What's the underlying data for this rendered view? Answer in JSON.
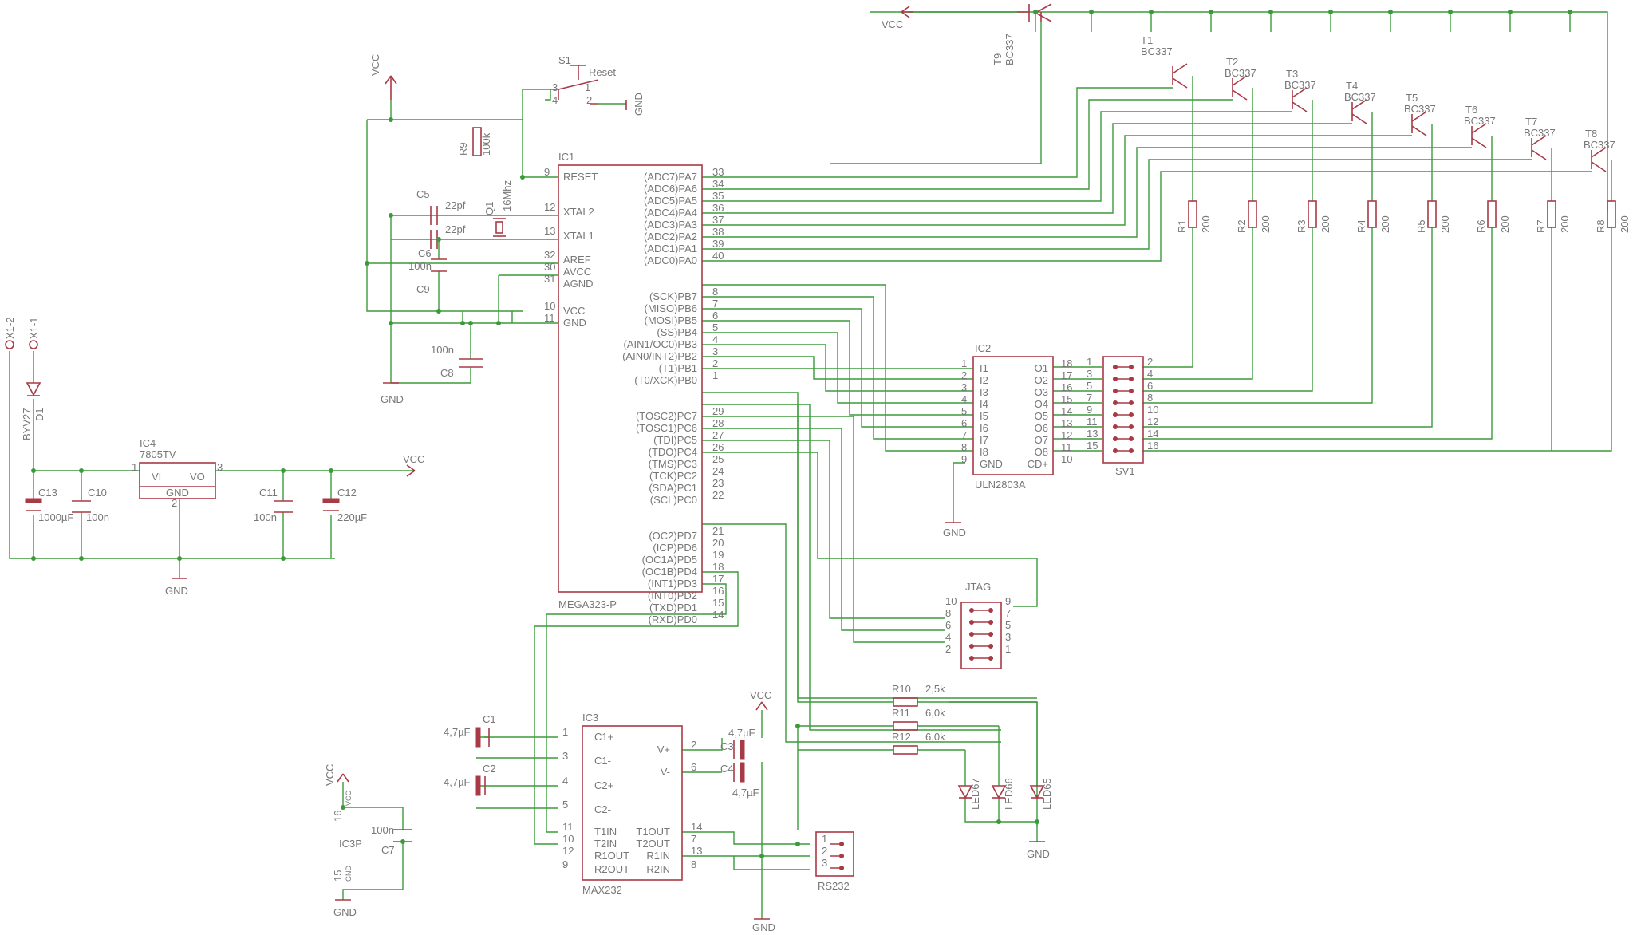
{
  "ic1": {
    "name": "IC1",
    "value": "MEGA323-P",
    "left": [
      {
        "num": "9",
        "label": "RESET"
      },
      {
        "num": "12",
        "label": "XTAL2"
      },
      {
        "num": "13",
        "label": "XTAL1"
      },
      {
        "num": "32",
        "label": "AREF"
      },
      {
        "num": "30",
        "label": "AVCC"
      },
      {
        "num": "31",
        "label": "AGND"
      },
      {
        "num": "10",
        "label": "VCC"
      },
      {
        "num": "11",
        "label": "GND"
      }
    ],
    "right": [
      {
        "num": "33",
        "label": "(ADC7)PA7"
      },
      {
        "num": "34",
        "label": "(ADC6)PA6"
      },
      {
        "num": "35",
        "label": "(ADC5)PA5"
      },
      {
        "num": "36",
        "label": "(ADC4)PA4"
      },
      {
        "num": "37",
        "label": "(ADC3)PA3"
      },
      {
        "num": "38",
        "label": "(ADC2)PA2"
      },
      {
        "num": "39",
        "label": "(ADC1)PA1"
      },
      {
        "num": "40",
        "label": "(ADC0)PA0"
      },
      {
        "num": "8",
        "label": "(SCK)PB7"
      },
      {
        "num": "7",
        "label": "(MISO)PB6"
      },
      {
        "num": "6",
        "label": "(MOSI)PB5"
      },
      {
        "num": "5",
        "label": "(SS)PB4"
      },
      {
        "num": "4",
        "label": "(AIN1/OC0)PB3"
      },
      {
        "num": "3",
        "label": "(AIN0/INT2)PB2"
      },
      {
        "num": "2",
        "label": "(T1)PB1"
      },
      {
        "num": "1",
        "label": "(T0/XCK)PB0"
      },
      {
        "num": "29",
        "label": "(TOSC2)PC7"
      },
      {
        "num": "28",
        "label": "(TOSC1)PC6"
      },
      {
        "num": "27",
        "label": "(TDI)PC5"
      },
      {
        "num": "26",
        "label": "(TDO)PC4"
      },
      {
        "num": "25",
        "label": "(TMS)PC3"
      },
      {
        "num": "24",
        "label": "(TCK)PC2"
      },
      {
        "num": "23",
        "label": "(SDA)PC1"
      },
      {
        "num": "22",
        "label": "(SCL)PC0"
      },
      {
        "num": "21",
        "label": "(OC2)PD7"
      },
      {
        "num": "20",
        "label": "(ICP)PD6"
      },
      {
        "num": "19",
        "label": "(OC1A)PD5"
      },
      {
        "num": "18",
        "label": "(OC1B)PD4"
      },
      {
        "num": "17",
        "label": "(INT1)PD3"
      },
      {
        "num": "16",
        "label": "(INT0)PD2"
      },
      {
        "num": "15",
        "label": "(TXD)PD1"
      },
      {
        "num": "14",
        "label": "(RXD)PD0"
      }
    ]
  },
  "ic2": {
    "name": "IC2",
    "value": "ULN2803A",
    "left": [
      {
        "num": "1",
        "label": "I1"
      },
      {
        "num": "2",
        "label": "I2"
      },
      {
        "num": "3",
        "label": "I3"
      },
      {
        "num": "4",
        "label": "I4"
      },
      {
        "num": "5",
        "label": "I5"
      },
      {
        "num": "6",
        "label": "I6"
      },
      {
        "num": "7",
        "label": "I7"
      },
      {
        "num": "8",
        "label": "I8"
      },
      {
        "num": "9",
        "label": "GND"
      }
    ],
    "right": [
      {
        "num": "18",
        "label": "O1"
      },
      {
        "num": "17",
        "label": "O2"
      },
      {
        "num": "16",
        "label": "O3"
      },
      {
        "num": "15",
        "label": "O4"
      },
      {
        "num": "14",
        "label": "O5"
      },
      {
        "num": "13",
        "label": "O6"
      },
      {
        "num": "12",
        "label": "O7"
      },
      {
        "num": "11",
        "label": "O8"
      },
      {
        "num": "10",
        "label": "CD+"
      }
    ]
  },
  "ic3": {
    "name": "IC3",
    "value": "MAX232",
    "left": [
      {
        "num": "1",
        "label": "C1+"
      },
      {
        "num": "3",
        "label": "C1-"
      },
      {
        "num": "4",
        "label": "C2+"
      },
      {
        "num": "5",
        "label": "C2-"
      },
      {
        "num": "11",
        "label": "T1IN"
      },
      {
        "num": "10",
        "label": "T2IN"
      },
      {
        "num": "12",
        "label": "R1OUT"
      },
      {
        "num": "9",
        "label": "R2OUT"
      }
    ],
    "right": [
      {
        "num": "2",
        "label": "V+"
      },
      {
        "num": "6",
        "label": "V-"
      },
      {
        "num": "14",
        "label": "T1OUT"
      },
      {
        "num": "7",
        "label": "T2OUT"
      },
      {
        "num": "13",
        "label": "R1IN"
      },
      {
        "num": "8",
        "label": "R2IN"
      }
    ]
  },
  "ic4": {
    "name": "IC4",
    "value": "7805TV",
    "vi": "VI",
    "vo": "VO",
    "gnd": "GND",
    "pin_in": "1",
    "pin_out": "3",
    "pin_gnd": "2"
  },
  "ic3p": {
    "name": "IC3P",
    "vcc": "VCC",
    "gnd": "GND",
    "pin16": "16",
    "pin15": "15"
  },
  "sv1": {
    "name": "SV1",
    "odd": [
      "1",
      "3",
      "5",
      "7",
      "9",
      "11",
      "13",
      "15"
    ],
    "even": [
      "2",
      "4",
      "6",
      "8",
      "10",
      "12",
      "14",
      "16"
    ]
  },
  "jtag": {
    "name": "JTAG",
    "left": [
      "10",
      "8",
      "6",
      "4",
      "2"
    ],
    "right": [
      "9",
      "7",
      "5",
      "3",
      "1"
    ]
  },
  "rs232": {
    "name": "RS232",
    "pins": [
      "1",
      "2",
      "3"
    ]
  },
  "transistors": [
    {
      "name": "T1",
      "value": "BC337"
    },
    {
      "name": "T2",
      "value": "BC337"
    },
    {
      "name": "T3",
      "value": "BC337"
    },
    {
      "name": "T4",
      "value": "BC337"
    },
    {
      "name": "T5",
      "value": "BC337"
    },
    {
      "name": "T6",
      "value": "BC337"
    },
    {
      "name": "T7",
      "value": "BC337"
    },
    {
      "name": "T8",
      "value": "BC337"
    }
  ],
  "t9": {
    "name": "T9",
    "value": "BC337"
  },
  "resistors_out": [
    {
      "name": "R1",
      "value": "200"
    },
    {
      "name": "R2",
      "value": "200"
    },
    {
      "name": "R3",
      "value": "200"
    },
    {
      "name": "R4",
      "value": "200"
    },
    {
      "name": "R5",
      "value": "200"
    },
    {
      "name": "R6",
      "value": "200"
    },
    {
      "name": "R7",
      "value": "200"
    },
    {
      "name": "R8",
      "value": "200"
    }
  ],
  "led_resistors": [
    {
      "name": "R10",
      "value": "2,5k"
    },
    {
      "name": "R11",
      "value": "6,0k"
    },
    {
      "name": "R12",
      "value": "6,0k"
    }
  ],
  "leds": [
    "LED67",
    "LED66",
    "LED65"
  ],
  "parts": {
    "r9": {
      "name": "R9",
      "value": "100k"
    },
    "q1": {
      "name": "Q1",
      "value": "16Mhz"
    },
    "c5": {
      "name": "C5",
      "value": "22pf"
    },
    "c6": {
      "name": "C6",
      "value": "22pf"
    },
    "c9": {
      "name": "C9",
      "value": "100n"
    },
    "c8": {
      "name": "C8",
      "value": "100n"
    },
    "s1": {
      "name": "S1",
      "value": "Reset",
      "p1": "1",
      "p2": "2",
      "p3": "3",
      "p4": "4"
    },
    "d1": {
      "name": "D1",
      "value": "BYV27"
    },
    "x1_1": "X1-1",
    "x1_2": "X1-2",
    "c13": {
      "name": "C13",
      "value": "1000µF"
    },
    "c10": {
      "name": "C10",
      "value": "100n"
    },
    "c11": {
      "name": "C11",
      "value": "100n"
    },
    "c12": {
      "name": "C12",
      "value": "220µF"
    },
    "c1": {
      "name": "C1",
      "value": "4,7µF"
    },
    "c2": {
      "name": "C2",
      "value": "4,7µF"
    },
    "c3": {
      "name": "C3",
      "value": "4,7µF"
    },
    "c4": {
      "name": "C4",
      "value": "4,7µF"
    },
    "c7": {
      "name": "C7",
      "value": "100n"
    }
  },
  "supplies": {
    "vcc": "VCC",
    "gnd": "GND"
  },
  "colors": {
    "wire": "#3c9a3c",
    "part": "#a83a46",
    "text": "#777777"
  }
}
